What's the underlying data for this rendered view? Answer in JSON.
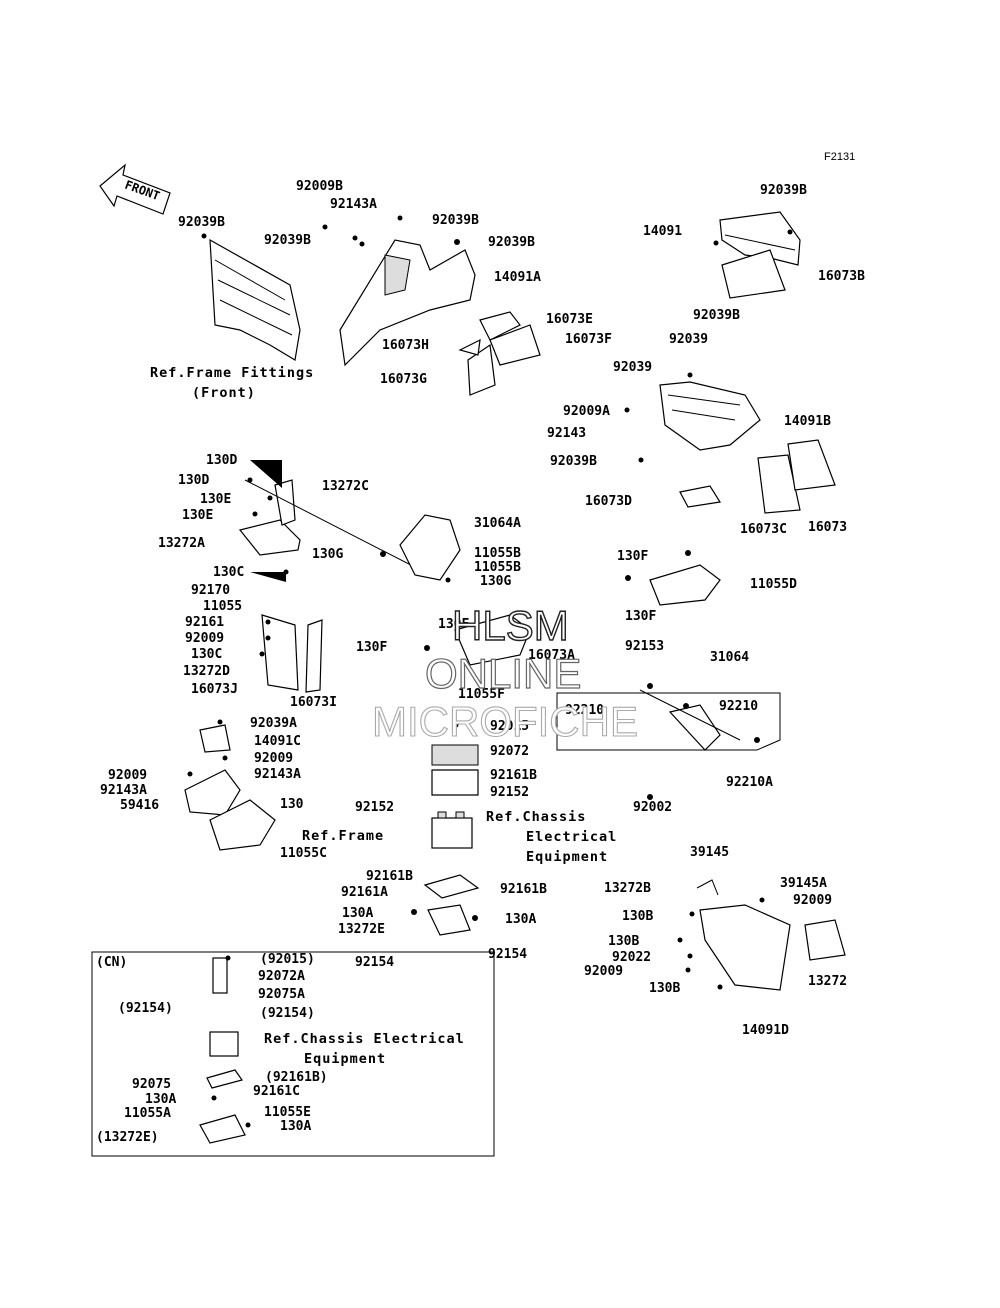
{
  "figure_code": "F2131",
  "front_arrow": "FRONT",
  "labels": {
    "l1": "92009B",
    "l2": "92143A",
    "l3": "92039B",
    "l4": "92039B",
    "l5": "92039B",
    "l6": "14091A",
    "l7": "92039B",
    "l8": "16073E",
    "l9": "16073F",
    "l10": "16073H",
    "l11": "16073G",
    "l12": "92039B",
    "l13": "14091",
    "l14": "16073B",
    "l15": "92039B",
    "l16": "92039",
    "l17": "92039",
    "l18": "92009A",
    "l19": "92143",
    "l20": "14091B",
    "l21": "92039B",
    "l22": "16073D",
    "l23": "16073C",
    "l24": "16073",
    "l25": "130D",
    "l26": "130D",
    "l27": "13272C",
    "l28": "130E",
    "l29": "130E",
    "l30": "13272A",
    "l31": "31064A",
    "l32": "130G",
    "l33": "11055B",
    "l34": "11055B",
    "l35": "130G",
    "l36": "130F",
    "l37": "11055D",
    "l38": "130C",
    "l39": "92170",
    "l40": "11055",
    "l41": "92161",
    "l42": "92009",
    "l43": "130C",
    "l44": "13272D",
    "l45": "16073J",
    "l46": "16073I",
    "l47": "130F",
    "l48": "130F",
    "l49": "16073A",
    "l50": "11055F",
    "l51": "92153",
    "l52": "31064",
    "l53": "92210",
    "l54": "92210",
    "l55": "92002",
    "l56": "92210A",
    "l57": "92039A",
    "l58": "14091C",
    "l59": "92009",
    "l60": "92143A",
    "l61": "92009",
    "l62": "92143A",
    "l63": "59416",
    "l64": "130",
    "l65": "11055C",
    "l66": "92015",
    "l67": "92072",
    "l68": "92161B",
    "l69": "92152",
    "l70": "92152",
    "l71": "92161B",
    "l72": "92161A",
    "l73": "92161B",
    "l74": "130A",
    "l75": "130A",
    "l76": "13272E",
    "l77": "92154",
    "l78": "92154",
    "l79": "39145",
    "l80": "13272B",
    "l81": "39145A",
    "l82": "92009",
    "l83": "130B",
    "l84": "130B",
    "l85": "92022",
    "l86": "92009",
    "l87": "130B",
    "l88": "13272",
    "l89": "14091D",
    "c1": "(CN)",
    "c2": "(92015)",
    "c3": "92072A",
    "c4": "92075A",
    "c5": "(92154)",
    "c6": "(92154)",
    "c7": "(92161B)",
    "c8": "92075",
    "c9": "92161C",
    "c10": "130A",
    "c11": "11055A",
    "c12": "11055E",
    "c13": "130A",
    "c14": "(13272E)"
  },
  "refs": {
    "r1a": "Ref.Frame Fittings",
    "r1b": "(Front)",
    "r2": "Ref.Frame",
    "r3a": "Ref.Chassis",
    "r3b": "Electrical",
    "r3c": "Equipment",
    "r4a": "Ref.Chassis Electrical",
    "r4b": "Equipment"
  },
  "watermark": {
    "line1": "HLSM",
    "line2": "ONLINE",
    "line3": "MICROFICHE"
  }
}
